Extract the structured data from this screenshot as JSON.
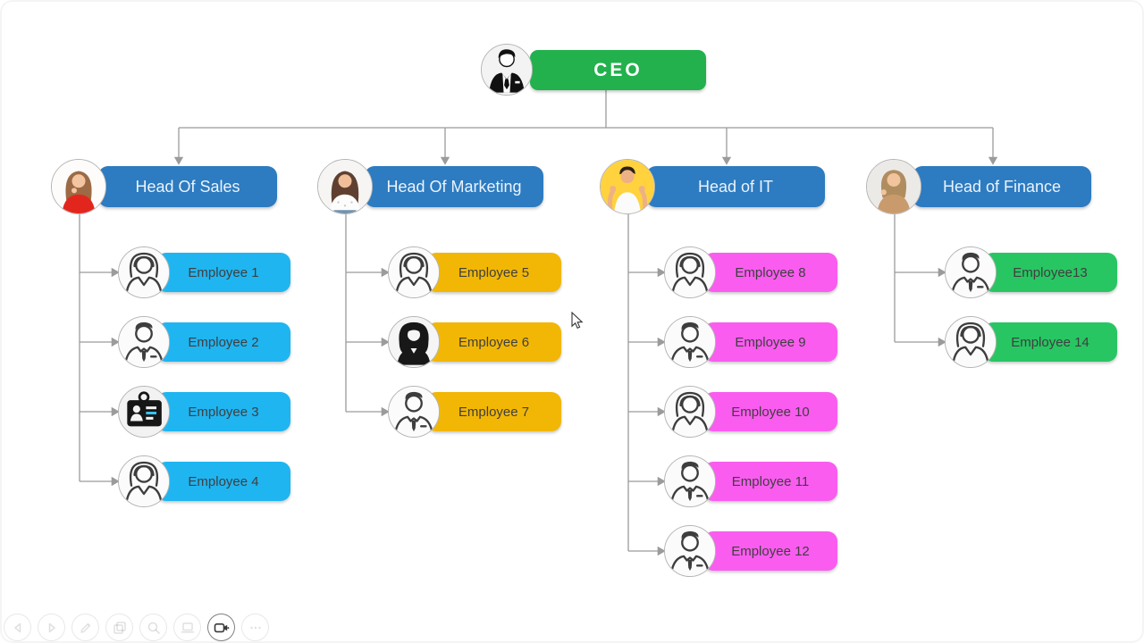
{
  "colors": {
    "connector": "#9b9b9b",
    "ceo_green": "#22b14c",
    "head_blue": "#2d7bc0",
    "sales_cyan": "#1fb5f1",
    "marketing_amber": "#f2b705",
    "it_magenta": "#fa5cf0",
    "finance_green": "#28c662"
  },
  "org_chart": {
    "root": {
      "label": "CEO",
      "color": "#22b14c",
      "avatar": "businessman-flat-icon"
    },
    "columns": [
      {
        "head": {
          "label": "Head Of Sales",
          "color": "#2d7bc0",
          "avatar": "photo-woman-red-top"
        },
        "employee_color": "#1fb5f1",
        "employees": [
          {
            "label": "Employee 1",
            "avatar": "woman-outline-icon"
          },
          {
            "label": "Employee 2",
            "avatar": "man-outline-icon"
          },
          {
            "label": "Employee 3",
            "avatar": "id-badge-icon"
          },
          {
            "label": "Employee 4",
            "avatar": "woman-outline-icon"
          }
        ]
      },
      {
        "head": {
          "label": "Head Of Marketing",
          "color": "#2d7bc0",
          "avatar": "photo-woman-dotted-top"
        },
        "employee_color": "#f2b705",
        "employees": [
          {
            "label": "Employee 5",
            "avatar": "woman-outline-icon"
          },
          {
            "label": "Employee 6",
            "avatar": "woman-silhouette-icon"
          },
          {
            "label": "Employee 7",
            "avatar": "man-outline-icon"
          }
        ]
      },
      {
        "head": {
          "label": "Head of IT",
          "color": "#2d7bc0",
          "avatar": "photo-man-yellow-bg"
        },
        "employee_color": "#fa5cf0",
        "employees": [
          {
            "label": "Employee 8",
            "avatar": "woman-outline-icon"
          },
          {
            "label": "Employee 9",
            "avatar": "man-outline-icon"
          },
          {
            "label": "Employee 10",
            "avatar": "woman-outline-icon"
          },
          {
            "label": "Employee 11",
            "avatar": "man-outline-icon"
          },
          {
            "label": "Employee 12",
            "avatar": "man-outline-icon"
          }
        ]
      },
      {
        "head": {
          "label": "Head of Finance",
          "color": "#2d7bc0",
          "avatar": "photo-woman-tan-sweater"
        },
        "employee_color": "#28c662",
        "employees": [
          {
            "label": "Employee13",
            "avatar": "man-outline-icon"
          },
          {
            "label": "Employee 14",
            "avatar": "woman-outline-icon"
          }
        ]
      }
    ]
  },
  "toolbar": {
    "buttons": [
      {
        "name": "back",
        "icon": "back-icon",
        "active": false
      },
      {
        "name": "play",
        "icon": "play-icon",
        "active": false
      },
      {
        "name": "annotate",
        "icon": "pencil-icon",
        "active": false
      },
      {
        "name": "copy-slide",
        "icon": "copy-icon",
        "active": false
      },
      {
        "name": "zoom",
        "icon": "search-icon",
        "active": false
      },
      {
        "name": "screen",
        "icon": "laptop-icon",
        "active": false
      },
      {
        "name": "record-video",
        "icon": "video-camera-icon",
        "active": true
      },
      {
        "name": "more-options",
        "icon": "more-icon",
        "active": false
      }
    ]
  }
}
